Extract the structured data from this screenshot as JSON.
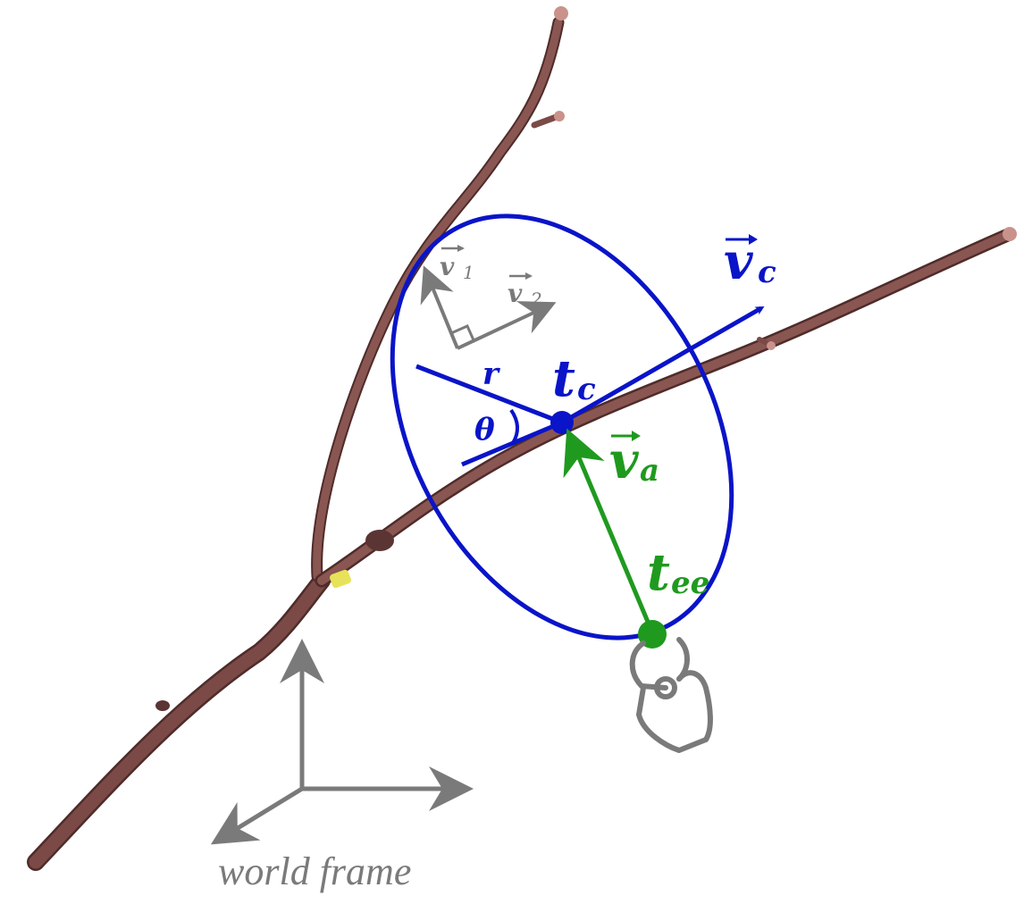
{
  "colors": {
    "blue": "#0a14c8",
    "green": "#1f9a1f",
    "gray": "#7a7a7a",
    "branch": "#7b4a46",
    "branch_dark": "#4e2c2a",
    "bud": "#c9928a",
    "marker": "#e8e25a"
  },
  "labels": {
    "vc_main": "v",
    "vc_sub": "c",
    "tc_main": "t",
    "tc_sub": "c",
    "va_main": "v",
    "va_sub": "a",
    "tee_main": "t",
    "tee_sub": "ee",
    "r": "r",
    "theta": "θ",
    "v1_main": "v",
    "v1_sub": "1",
    "v2_main": "v",
    "v2_sub": "2",
    "world_frame": "world frame"
  },
  "icons": {
    "gripper": "pruning-shears-icon",
    "frame": "world-frame-axes-icon"
  }
}
